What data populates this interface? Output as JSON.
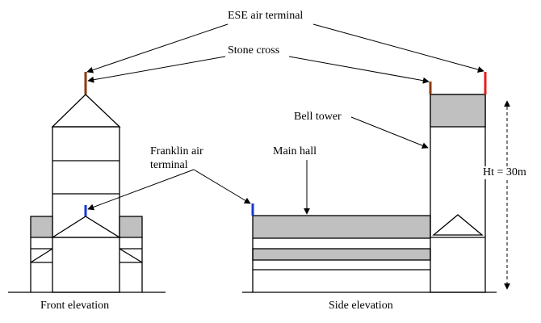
{
  "labels": {
    "ese_air_terminal": "ESE air terminal",
    "stone_cross": "Stone cross",
    "bell_tower": "Bell tower",
    "franklin_line1": "Franklin air",
    "franklin_line2": "terminal",
    "main_hall": "Main hall",
    "height": "Ht = 30m",
    "front_elevation": "Front elevation",
    "side_elevation": "Side elevation"
  },
  "colors": {
    "ese_terminal": "#e0201c",
    "stone_cross": "#8b3a0f",
    "franklin_terminal": "#1a35d8",
    "roof_fill": "#c0c0c0",
    "outline": "#000000"
  }
}
